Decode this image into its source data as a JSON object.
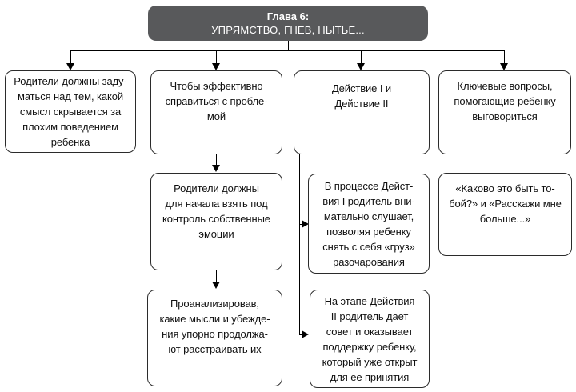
{
  "header": {
    "line1": "Глава 6:",
    "line2": "УПРЯМСТВО, ГНЕВ, НЫТЬЕ..."
  },
  "boxes": {
    "parents_reflect": {
      "lines": [
        "Родители должны заду-",
        "маться над тем, какой",
        "смысл скрывается за",
        "плохим поведением",
        "ребенка"
      ]
    },
    "cope_effectively": {
      "lines": [
        "Чтобы эффективно",
        "справиться с пробле-",
        "мой"
      ]
    },
    "actions_1_2": {
      "lines": [
        "Действие I и",
        "Действие II"
      ]
    },
    "key_questions": {
      "lines": [
        "Ключевые вопросы,",
        "помогающие ребенку",
        "выговориться"
      ]
    },
    "control_emotions": {
      "lines": [
        "Родители должны",
        "для начала взять под",
        "контроль собственные",
        "эмоции"
      ]
    },
    "analyze_thoughts": {
      "lines": [
        "Проанализировав,",
        "какие мысли и убежде-",
        "ния упорно продолжа-",
        "ют расстраивать их"
      ]
    },
    "action1_listen": {
      "lines": [
        "В процессе Дейст-",
        "вия I родитель вни-",
        "мательно слушает,",
        "позволяя ребенку",
        "снять с себя «груз»",
        "разочарования"
      ]
    },
    "action2_support": {
      "lines": [
        "На этапе Действия",
        "II родитель дает",
        "совет и оказывает",
        "поддержку ребенку,",
        "который уже открыт",
        "для ее принятия"
      ]
    },
    "sample_questions": {
      "lines": [
        "«Каково это быть то-",
        "бой?» и «Расскажи мне",
        "больше...»"
      ]
    }
  },
  "colors": {
    "header_bg": "#58595b",
    "header_text": "#ffffff",
    "box_border": "#2b2b2b",
    "connector": "#000000",
    "background": "#ffffff"
  }
}
